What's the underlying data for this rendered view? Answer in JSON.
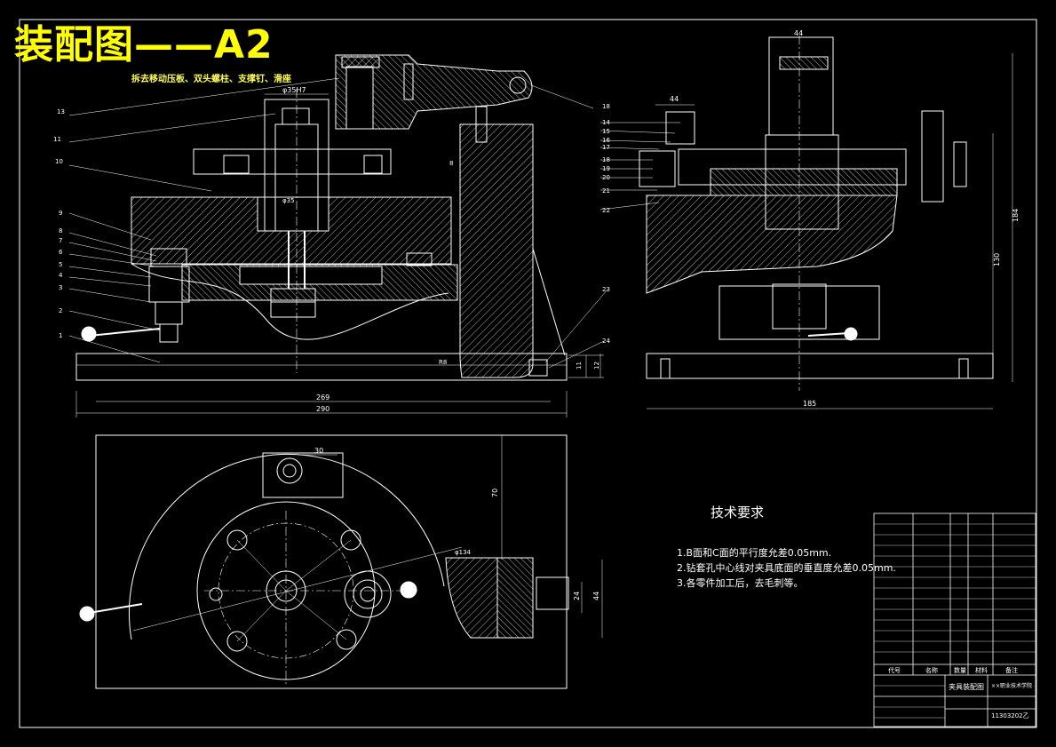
{
  "title": "装配图——A2",
  "subtitle": "拆去移动压板、双头螺柱、支撑钉、滑座",
  "tech": {
    "heading": "技术要求",
    "items": [
      "1.B面和C面的平行度允差0.05mm.",
      "2.钻套孔中心线对夹具底面的垂直度允差0.05mm.",
      "3.各零件加工后，去毛刺等。"
    ]
  },
  "dims": {
    "d_top_left": "φ35H7",
    "d_inner": "φ35",
    "w_269": "269",
    "w_290": "290",
    "w_44_side": "44",
    "w_44_top": "44",
    "h_184": "184",
    "h_130": "130",
    "w_185": "185",
    "w_30": "30",
    "h_70": "70",
    "r_134": "φ134",
    "h_24": "24",
    "h_44_plan": "44",
    "h_11": "11",
    "h_12": "12",
    "r_8": "R8"
  },
  "balloons": {
    "left": [
      "13",
      "11",
      "10",
      "9",
      "8",
      "7",
      "6",
      "5",
      "4",
      "3",
      "2",
      "1"
    ],
    "right_of_column": [
      "18",
      "14",
      "15",
      "16",
      "17",
      "18",
      "19",
      "20",
      "21",
      "22",
      "23",
      "24",
      "8"
    ]
  },
  "titleblock": {
    "drawing_name": "夹具装配图",
    "school": "××职业技术学院",
    "number": "11303202乙",
    "header_cols": [
      "代号",
      "名称",
      "数量",
      "材料",
      "备注"
    ]
  }
}
